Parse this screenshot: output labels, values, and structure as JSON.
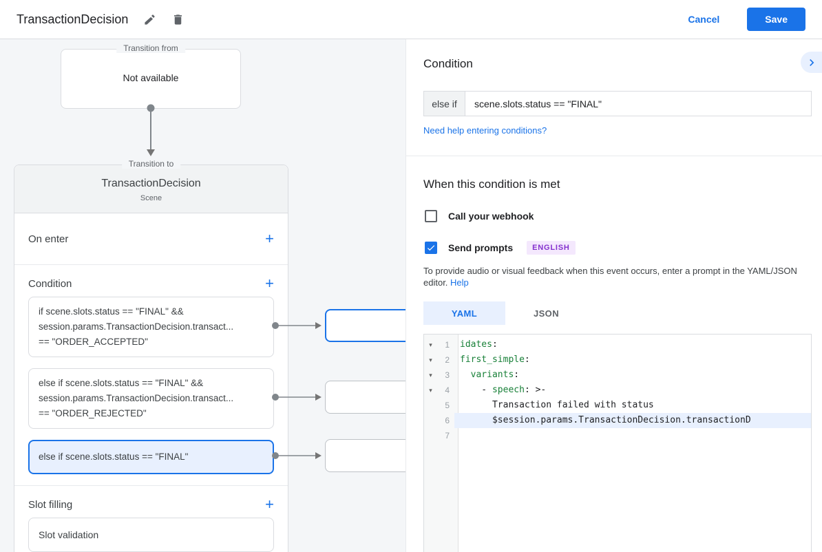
{
  "colors": {
    "accent_blue": "#1a73e8",
    "selection_bg": "#e8f0fe",
    "badge_purple_text": "#8430ce",
    "badge_purple_bg": "#f4e8fd",
    "yaml_key_green": "#188038",
    "canvas_bg": "#f4f6f8"
  },
  "header": {
    "title": "TransactionDecision",
    "cancel_label": "Cancel",
    "save_label": "Save"
  },
  "canvas": {
    "transition_from": {
      "legend": "Transition from",
      "value": "Not available"
    },
    "scene": {
      "legend": "Transition to",
      "title": "TransactionDecision",
      "type_label": "Scene",
      "on_enter": {
        "label": "On enter",
        "add": "+"
      },
      "condition": {
        "label": "Condition",
        "add": "+",
        "cards": [
          {
            "selected": false,
            "lines": [
              "if scene.slots.status == \"FINAL\" &&",
              "session.params.TransactionDecision.transact...",
              "== \"ORDER_ACCEPTED\""
            ]
          },
          {
            "selected": false,
            "lines": [
              "else if scene.slots.status == \"FINAL\" &&",
              "session.params.TransactionDecision.transact...",
              "== \"ORDER_REJECTED\""
            ]
          },
          {
            "selected": true,
            "lines": [
              "else if scene.slots.status == \"FINAL\""
            ]
          }
        ]
      },
      "slot_filling": {
        "label": "Slot filling",
        "add": "+",
        "card_label": "Slot validation"
      }
    }
  },
  "panel": {
    "condition": {
      "heading": "Condition",
      "prefix": "else if",
      "value": "scene.slots.status == \"FINAL\"",
      "help_link": "Need help entering conditions?"
    },
    "when_met": {
      "heading": "When this condition is met",
      "webhook": {
        "label": "Call your webhook",
        "checked": false
      },
      "prompts": {
        "label": "Send prompts",
        "checked": true,
        "language_badge": "ENGLISH"
      },
      "description": "To provide audio or visual feedback when this event occurs, enter a prompt in the YAML/JSON editor.",
      "help_label": "Help"
    },
    "editor": {
      "tabs": [
        {
          "label": "YAML",
          "active": true
        },
        {
          "label": "JSON",
          "active": false
        }
      ],
      "fold_icon": "▾",
      "lines": [
        {
          "num": "1",
          "fold": true,
          "highlight": false,
          "segments": [
            [
              "key",
              "idates"
            ],
            [
              "plain",
              ":"
            ]
          ]
        },
        {
          "num": "2",
          "fold": true,
          "highlight": false,
          "segments": [
            [
              "key",
              "first_simple"
            ],
            [
              "plain",
              ":"
            ]
          ]
        },
        {
          "num": "3",
          "fold": true,
          "highlight": false,
          "segments": [
            [
              "plain",
              "  "
            ],
            [
              "key",
              "variants"
            ],
            [
              "plain",
              ":"
            ]
          ]
        },
        {
          "num": "4",
          "fold": true,
          "highlight": false,
          "segments": [
            [
              "plain",
              "    - "
            ],
            [
              "key",
              "speech"
            ],
            [
              "plain",
              ": >-"
            ]
          ]
        },
        {
          "num": "5",
          "fold": false,
          "highlight": false,
          "segments": [
            [
              "plain",
              "      Transaction failed with status"
            ]
          ]
        },
        {
          "num": "6",
          "fold": false,
          "highlight": true,
          "segments": [
            [
              "plain",
              "      $session.params.TransactionDecision.transactionD"
            ]
          ]
        },
        {
          "num": "7",
          "fold": false,
          "highlight": false,
          "segments": []
        }
      ]
    }
  }
}
